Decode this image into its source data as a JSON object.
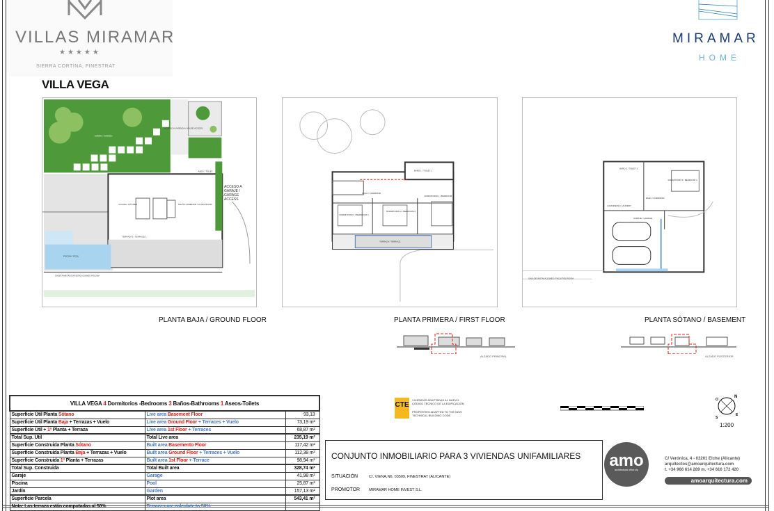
{
  "header": {
    "brand_left": {
      "name": "VILLAS MIRAMAR",
      "stars": "★★★★★",
      "location": "SIERRA CORTINA, FINESTRAT"
    },
    "brand_right": {
      "name": "MIRAMAR",
      "sub": "HOME"
    },
    "villa_title": "VILLA VEGA"
  },
  "plans": {
    "ground": {
      "label": "PLANTA BAJA / GROUND FLOOR",
      "rooms": [
        "JARDÍN / GARDEN",
        "ACCESO A VIVIENDA / HOUSE ACCESS",
        "COCINA / KITCHEN",
        "SALÓN COMEDOR / LIVING ROOM",
        "ACCESO A GARAJE / GARAGE ACCESS",
        "TERRAZA 1 / TERRACE 1",
        "PISCINA / POOL",
        "CASETA METÁLICA INSTALACIONES PISCINA",
        "ASEO / TOILET"
      ]
    },
    "first": {
      "label": "PLANTA PRIMERA / FIRST FLOOR",
      "rooms": [
        "PASO / CORRIDOR",
        "DORMITORIO 3 / BEDROOM 3",
        "DORMITORIO 2 / BEDROOM 2",
        "DORMITORIO 1 / BEDROOM 1",
        "BAÑO 1 / TOILET 1",
        "TERRAZA / TERRACE"
      ],
      "elevation_label": "ALZADO PRINCIPAL"
    },
    "basement": {
      "label": "PLANTA SÓTANO / BASEMENT",
      "rooms": [
        "BAÑO 3 / TOILET 3",
        "DORMITORIO 4 / BEDROOM 4",
        "PASO / CORRIDOR",
        "LAVANDERÍA / LAUNDRY",
        "GARAJE / GARAGE",
        "SALA DE INSTALACIONES / FACILITIES ROOM"
      ],
      "elevation_label": "ALZADO POSTERIOR"
    }
  },
  "areas_table": {
    "title": [
      {
        "t": "VILLA VEGA ",
        "c": "k"
      },
      {
        "t": "4",
        "c": "r"
      },
      {
        "t": " Dormitorios -Bedrooms   ",
        "c": "k"
      },
      {
        "t": "3",
        "c": "r"
      },
      {
        "t": " Baños-Bathrooms   ",
        "c": "k"
      },
      {
        "t": "1",
        "c": "r"
      },
      {
        "t": " Aseos-Toilets",
        "c": "k"
      }
    ],
    "rows": [
      {
        "es": [
          {
            "t": "Superficie Útil Planta ",
            "c": "k"
          },
          {
            "t": "Sótano",
            "c": "r"
          }
        ],
        "en": [
          {
            "t": "Live area ",
            "c": "b"
          },
          {
            "t": "Basement Floor",
            "c": "r"
          }
        ],
        "value": "93,13",
        "bold": false
      },
      {
        "es": [
          {
            "t": "Superficie Útil Planta ",
            "c": "k"
          },
          {
            "t": "Baja",
            "c": "r"
          },
          {
            "t": " + Terrazas + Vuelo",
            "c": "k"
          }
        ],
        "en": [
          {
            "t": "Live area ",
            "c": "b"
          },
          {
            "t": "Ground Floor",
            "c": "r"
          },
          {
            "t": " + Terraces + Vuelo",
            "c": "b"
          }
        ],
        "value": "73,19 m²",
        "bold": false
      },
      {
        "es": [
          {
            "t": "Superficie Útil + ",
            "c": "k"
          },
          {
            "t": "1ª",
            "c": "r"
          },
          {
            "t": " Planta + Terraza",
            "c": "k"
          }
        ],
        "en": [
          {
            "t": "Live area ",
            "c": "b"
          },
          {
            "t": "1st Floor",
            "c": "r"
          },
          {
            "t": " + Terraces",
            "c": "b"
          }
        ],
        "value": "68,87 m²",
        "bold": false
      },
      {
        "es": [
          {
            "t": "Total Sup. Util",
            "c": "k"
          }
        ],
        "en": [
          {
            "t": "Total Live area",
            "c": "k"
          }
        ],
        "value": "235,19 m²",
        "bold": true
      },
      {
        "es": [
          {
            "t": "Superficie Construida Planta ",
            "c": "k"
          },
          {
            "t": "Sótano",
            "c": "r"
          }
        ],
        "en": [
          {
            "t": "Built area ",
            "c": "b"
          },
          {
            "t": "Basemento Floor",
            "c": "r"
          }
        ],
        "value": "117,42 m²",
        "bold": false
      },
      {
        "es": [
          {
            "t": "Superficie Construida Planta ",
            "c": "k"
          },
          {
            "t": "Baja",
            "c": "r"
          },
          {
            "t": " + Terrazas + Vuelo",
            "c": "k"
          }
        ],
        "en": [
          {
            "t": "Built area ",
            "c": "b"
          },
          {
            "t": "Ground Floor",
            "c": "r"
          },
          {
            "t": " + Terraces + Vuelo",
            "c": "b"
          }
        ],
        "value": "112,38 m²",
        "bold": false
      },
      {
        "es": [
          {
            "t": "Superficie Construida ",
            "c": "k"
          },
          {
            "t": "1ª",
            "c": "r"
          },
          {
            "t": " Planta + Terrazas",
            "c": "k"
          }
        ],
        "en": [
          {
            "t": "Built area ",
            "c": "b"
          },
          {
            "t": "1st Floor",
            "c": "r"
          },
          {
            "t": " + Terrace",
            "c": "b"
          }
        ],
        "value": "98,94 m²",
        "bold": false
      },
      {
        "es": [
          {
            "t": "Total Sup. Construida",
            "c": "k"
          }
        ],
        "en": [
          {
            "t": "Total Built area",
            "c": "k"
          }
        ],
        "value": "328,74 m²",
        "bold": true
      },
      {
        "es": [
          {
            "t": "Garaje",
            "c": "k"
          }
        ],
        "en": [
          {
            "t": "Garage",
            "c": "b"
          }
        ],
        "value": "41,98 m²",
        "bold": false
      },
      {
        "es": [
          {
            "t": "Piscina",
            "c": "k"
          }
        ],
        "en": [
          {
            "t": "Pool",
            "c": "b"
          }
        ],
        "value": "25,87 m²",
        "bold": false
      },
      {
        "es": [
          {
            "t": "Jardín",
            "c": "k"
          }
        ],
        "en": [
          {
            "t": "Garden",
            "c": "b"
          }
        ],
        "value": "157,13 m²",
        "bold": false
      },
      {
        "es": [
          {
            "t": "Superficie Parcela",
            "c": "k"
          }
        ],
        "en": [
          {
            "t": "Plot area",
            "c": "k"
          }
        ],
        "value": "543,41 m²",
        "bold": true
      },
      {
        "es": [
          {
            "t": "Nota: Las terraza están computadas al 50%",
            "c": "k"
          }
        ],
        "en": [
          {
            "t": "Terraces are calculate to 50%",
            "c": "b"
          }
        ],
        "value": "",
        "bold": false
      }
    ]
  },
  "cte": {
    "logo": "CTE",
    "line1": "VIVIENDAS ADAPTADAS AL NUEVO",
    "line2": "CÓDIGO TÉCNICO DE LA EDIFICACIÓN",
    "line3": "PROPERTIES ADAPTED TO THE NEW",
    "line4": "TECHNICAL BUILDING CODE"
  },
  "scale": "1:200",
  "compass": {
    "n": "N",
    "o": "O",
    "e": "E",
    "s": "S"
  },
  "title_block": {
    "title": "CONJUNTO INMOBILIARIO PARA 3 VIVIENDAS UNIFAMILIARES",
    "situacion_label": "SITUACIÓN",
    "situacion_value": "C/. VIENA,N6, 03509, FINESTRAT (ALICANTE)",
    "promotor_label": "PROMOTOR",
    "promotor_value": "MIRAMAR HOME INVEST S.L."
  },
  "architect": {
    "logo": "amo",
    "logo_sub": "architectural office slp",
    "address": "C/ Verónica, 4 - 03201 Elche (Alicante)",
    "email": "arquitectos@amoarquitectura.com",
    "phones": "t. +34 966 614 289   m. +34 616 172 420",
    "web": "amoarquitectura.com"
  },
  "colors": {
    "red": "#e0201a",
    "blue": "#4a7ac0",
    "garden": "#5a9a3a",
    "pool": "#a8d4f0"
  }
}
